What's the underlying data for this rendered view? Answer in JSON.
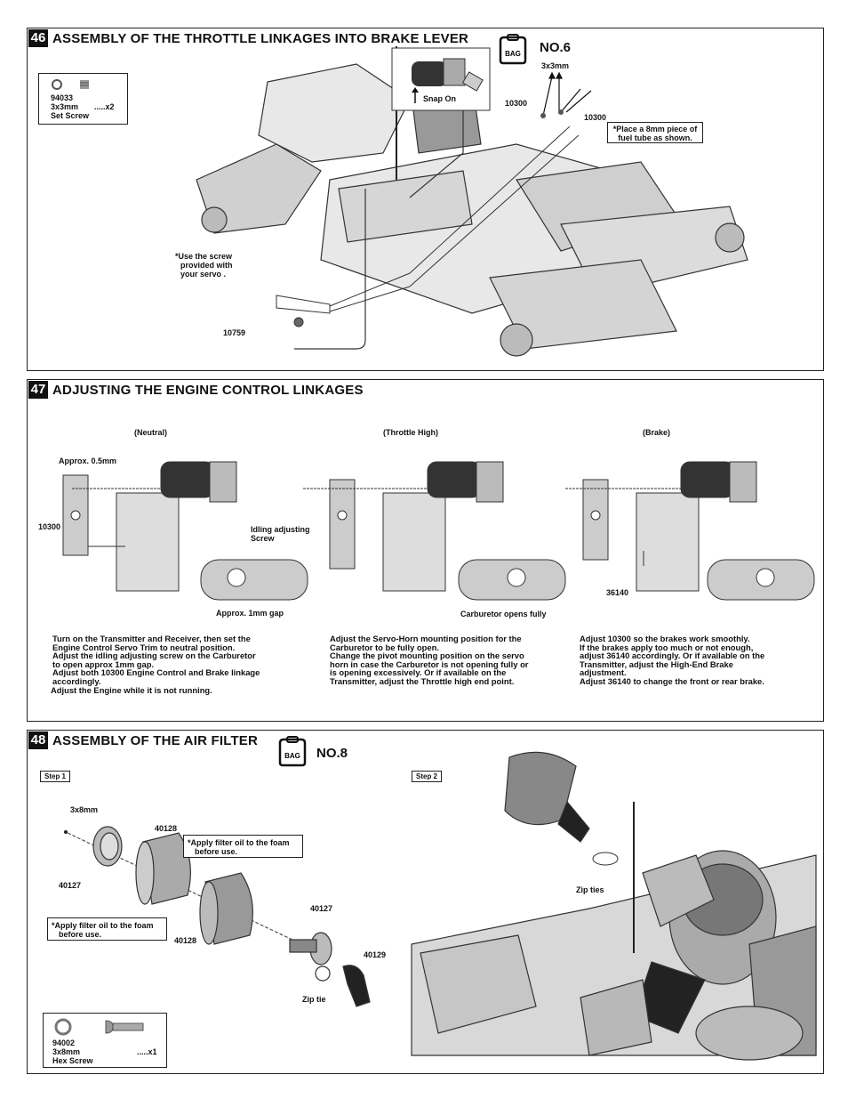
{
  "step46": {
    "number": "46",
    "title": "ASSEMBLY OF THE THROTTLE LINKAGES INTO BRAKE LEVER",
    "bag_label": "BAG",
    "bag_number": "NO.6",
    "parts_box": {
      "code": "94033",
      "size": "3x3mm",
      "qty": ".....x2",
      "name": "Set Screw"
    },
    "labels": {
      "size": "3x3mm",
      "snap_on": "Snap On",
      "part_10300_a": "10300",
      "part_10300_b": "10300",
      "fuel_tube_note_1": "*Place a 8mm piece of",
      "fuel_tube_note_2": "fuel tube as shown.",
      "screw_note_1": "*Use the screw",
      "screw_note_2": "provided with",
      "screw_note_3": "your servo .",
      "part_10759": "10759"
    }
  },
  "step47": {
    "number": "47",
    "title": "ADJUSTING THE ENGINE CONTROL LINKAGES",
    "headers": {
      "neutral": "(Neutral)",
      "throttle_high": "(Throttle High)",
      "brake": "(Brake)"
    },
    "labels": {
      "approx_05": "Approx. 0.5mm",
      "part_10300": "10300",
      "idling_1": "Idling adjusting",
      "idling_2": "Screw",
      "approx_gap": "Approx. 1mm gap",
      "carb_open": "Carburetor opens  fully",
      "part_36140": "36140"
    },
    "text_neutral": [
      "Turn on the Transmitter and Receiver, then set the",
      "Engine Control Servo Trim to neutral position.",
      "Adjust the idling adjusting screw on the Carburetor",
      "to open approx 1mm gap.",
      "Adjust both  10300 Engine Control and Brake linkage",
      "accordingly.",
      "Adjust the Engine while it is not running."
    ],
    "text_throttle": [
      "Adjust the Servo-Horn mounting position for the",
      "Carburetor to be fully open.",
      "Change the pivot mounting position on  the servo",
      "horn in case the Carburetor is not opening fully or",
      "is opening excessively.  Or if available on the",
      "Transmitter, adjust the Throttle high end point."
    ],
    "text_brake": [
      "Adjust 10300 so the brakes work smoothly.",
      "If the brakes apply too much or not enough,",
      "adjust 36140 accordingly. Or if available on the",
      "Transmitter, adjust the High-End Brake",
      "adjustment.",
      "Adjust 36140 to change the front or rear brake."
    ]
  },
  "step48": {
    "number": "48",
    "title": "ASSEMBLY OF THE AIR FILTER",
    "bag_label": "BAG",
    "bag_number": "NO.8",
    "step1": "Step 1",
    "step2": "Step 2",
    "labels": {
      "size_3x8": "3x8mm",
      "p40128_a": "40128",
      "p40127_a": "40127",
      "oil_note_a_1": "*Apply filter oil to the foam",
      "oil_note_a_2": "before use.",
      "oil_note_b_1": "*Apply filter oil to the foam",
      "oil_note_b_2": "before use.",
      "p40128_b": "40128",
      "p40127_b": "40127",
      "p40129": "40129",
      "zip_tie_1": "Zip tie",
      "zip_tie_2": "Zip ties"
    },
    "parts_box": {
      "code": "94002",
      "size": "3x8mm",
      "qty": ".....x1",
      "name": "Hex Screw"
    }
  }
}
